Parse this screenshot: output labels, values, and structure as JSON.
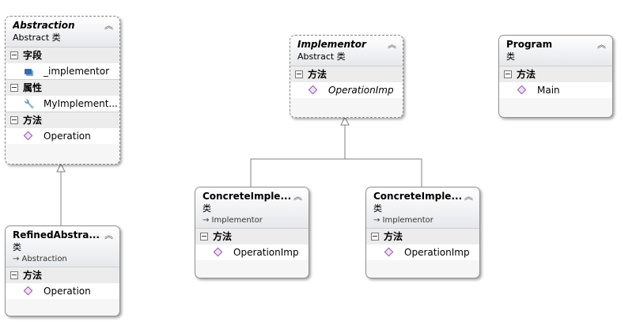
{
  "classes": {
    "abstraction": {
      "name": "Abstraction",
      "kind": "Abstract 类",
      "sections": {
        "fields": {
          "title": "字段",
          "members": [
            "_implementor"
          ]
        },
        "properties": {
          "title": "属性",
          "members": [
            "MyImplement..."
          ]
        },
        "methods": {
          "title": "方法",
          "members": [
            "Operation"
          ]
        }
      }
    },
    "refined": {
      "name": "RefinedAbstra...",
      "kind": "类",
      "base": "→ Abstraction",
      "sections": {
        "methods": {
          "title": "方法",
          "members": [
            "Operation"
          ]
        }
      }
    },
    "implementor": {
      "name": "Implementor",
      "kind": "Abstract 类",
      "sections": {
        "methods": {
          "title": "方法",
          "members": [
            "OperationImp"
          ]
        }
      }
    },
    "concrete_a": {
      "name": "ConcreteImple...",
      "kind": "类",
      "base": "→ Implementor",
      "sections": {
        "methods": {
          "title": "方法",
          "members": [
            "OperationImp"
          ]
        }
      }
    },
    "concrete_b": {
      "name": "ConcreteImple...",
      "kind": "类",
      "base": "→ Implementor",
      "sections": {
        "methods": {
          "title": "方法",
          "members": [
            "OperationImp"
          ]
        }
      }
    },
    "program": {
      "name": "Program",
      "kind": "类",
      "sections": {
        "methods": {
          "title": "方法",
          "members": [
            "Main"
          ]
        }
      }
    }
  },
  "icons": {
    "collapse": "double-chevron-up-icon",
    "section_toggle": "minus-toggle-icon",
    "field": "field-icon",
    "property": "wrench-icon",
    "method": "method-icon"
  }
}
